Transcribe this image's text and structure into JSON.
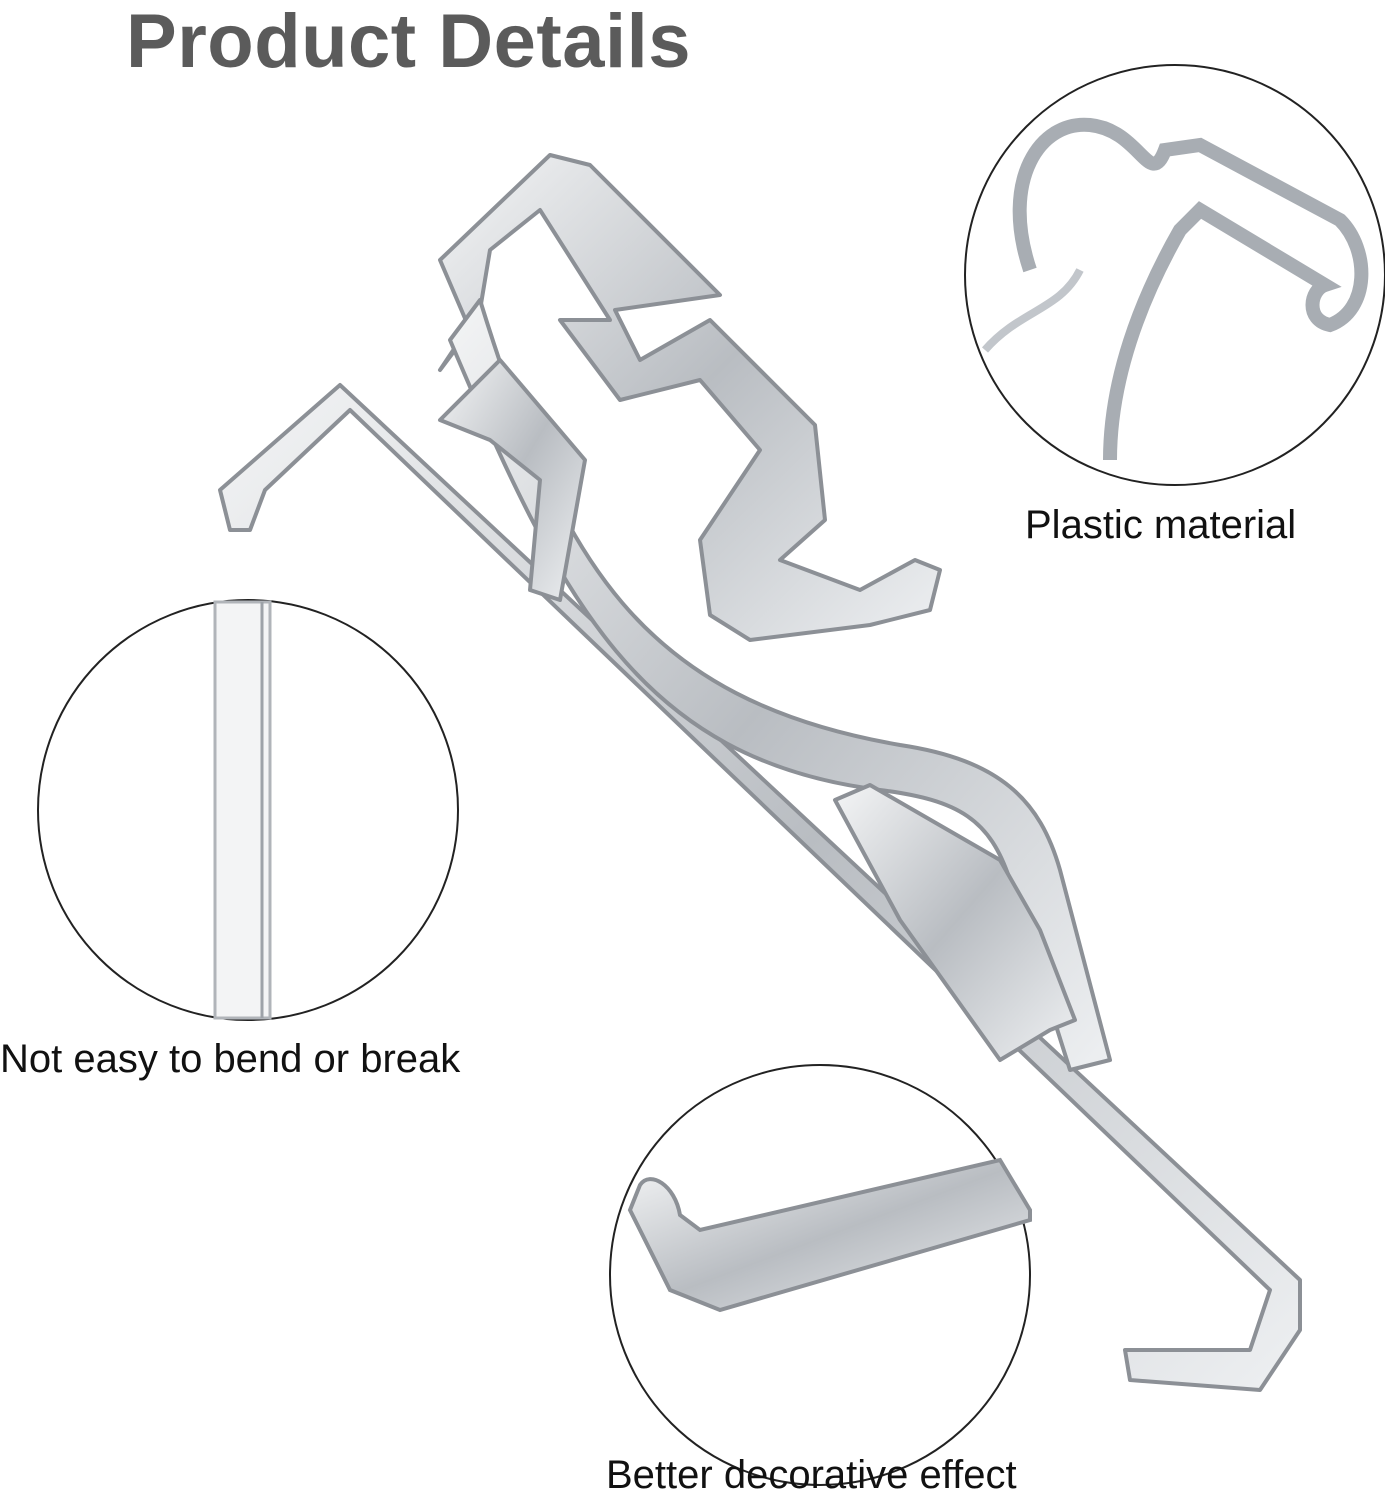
{
  "title": "Product Details",
  "features": [
    {
      "label": "Plastic material"
    },
    {
      "label": "Not easy to bend or break"
    },
    {
      "label": "Better decorative effect"
    }
  ],
  "colors": {
    "title": "#5b5b5b",
    "metal": "#c9ccd0",
    "outline": "#222222"
  }
}
